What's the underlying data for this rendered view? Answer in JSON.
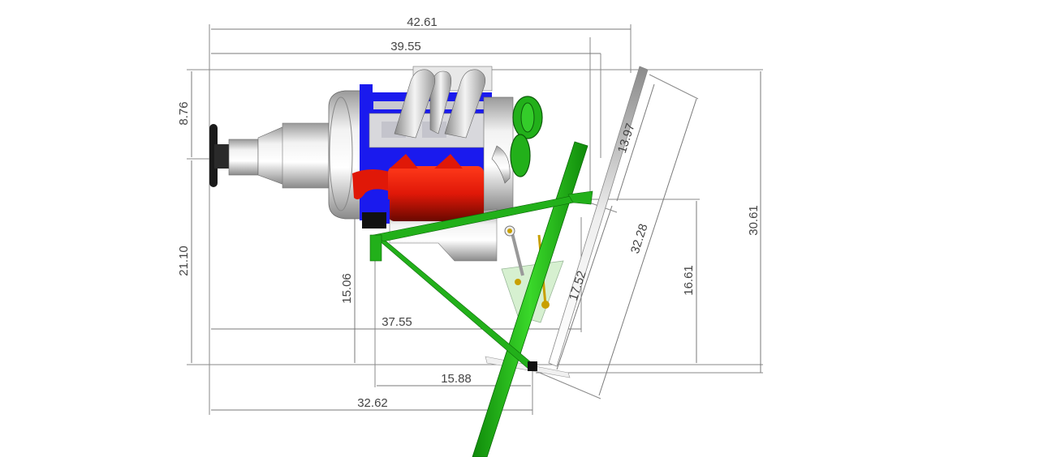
{
  "dimensions": {
    "overall_length": "42.61",
    "to_firewall": "39.55",
    "spinner_height": "8.76",
    "prop_axis_height": "21.10",
    "mount_height": "15.06",
    "mount_length": "37.55",
    "mount_base": "15.88",
    "prop_to_mount": "32.62",
    "firewall_upper": "13.97",
    "firewall_lower": "17.52",
    "firewall_length": "32.28",
    "firewall_offset": "16.61",
    "total_height": "30.61"
  },
  "colors": {
    "frame_green": "#22b01a",
    "engine_blue": "#1a1aee",
    "exhaust_red": "#e01808",
    "metal_silver": "#c8c8c8",
    "dimension_line": "#7a7a7a"
  }
}
